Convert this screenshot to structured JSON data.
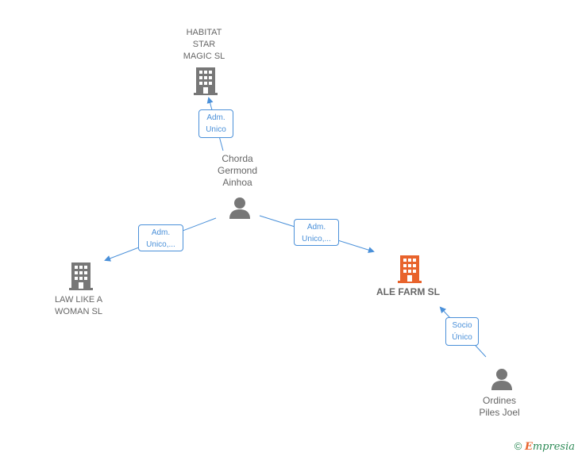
{
  "nodes": {
    "habitat": {
      "label": "HABITAT\nSTAR\nMAGIC  SL"
    },
    "chorda": {
      "label": "Chorda\nGermond\nAinhoa"
    },
    "law": {
      "label": "LAW LIKE A\nWOMAN  SL"
    },
    "alefarm": {
      "label": "ALE FARM  SL"
    },
    "ordines": {
      "label": "Ordines\nPiles Joel"
    }
  },
  "edges": {
    "habitat_chorda": "Adm.\nUnico",
    "law_chorda": "Adm.\nUnico,...",
    "alefarm_chorda": "Adm.\nUnico,...",
    "alefarm_ordines": "Socio\nÚnico"
  },
  "footer": {
    "copyright": "©",
    "brand_initial": "E",
    "brand_rest": "mpresia"
  },
  "colors": {
    "edge": "#4a90d9",
    "building": "#777777",
    "focus_building": "#e8632c",
    "person": "#777777"
  }
}
